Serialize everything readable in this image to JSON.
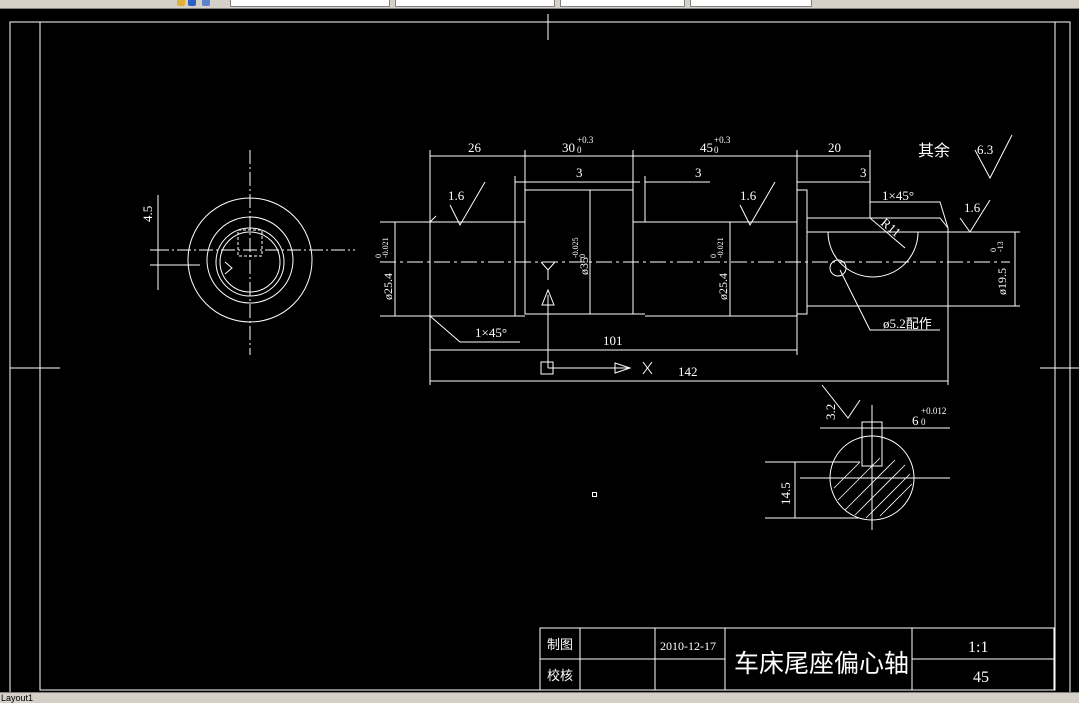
{
  "app": {
    "layout_tab": "Layout1"
  },
  "colors": {
    "background": "#000000",
    "line": "#ffffff",
    "toolbar": "#d4d0c8"
  },
  "drawing": {
    "title_block": {
      "label_drawn": "制图",
      "label_checked": "校核",
      "date": "2010-12-17",
      "part_name": "车床尾座偏心轴",
      "scale": "1:1",
      "material": "45"
    },
    "dimensions": {
      "front_key_height": "4.5",
      "len_26": "26",
      "len_30": "30",
      "len_30_tol_upper": "+0.3",
      "len_30_tol_lower": "0",
      "len_45": "45",
      "len_45_tol_upper": "+0.3",
      "len_45_tol_lower": "0",
      "len_20": "20",
      "groove_3a": "3",
      "groove_3b": "3",
      "groove_3c": "3",
      "chamfer_right": "1×45°",
      "chamfer_left": "1×45°",
      "dia_left": "ø25.4",
      "dia_left_tol_upper": "0",
      "dia_left_tol_lower": "-0.021",
      "dia_mid": "ø35",
      "dia_mid_tol_upper": "-0.025",
      "dia_mid_tol_lower": "0",
      "dia_right_seat": "ø25.4",
      "dia_right_seat_tol_upper": "0",
      "dia_right_seat_tol_lower": "-0.021",
      "dia_end": "ø19.5",
      "dia_end_tol_upper": "0",
      "dia_end_tol_lower": "-13",
      "radius_cut": "R11",
      "pin_hole": "ø5.2配作",
      "len_101": "101",
      "len_142": "142",
      "section_depth": "14.5",
      "section_keyway": "6",
      "section_keyway_tol_upper": "+0.012",
      "section_keyway_tol_lower": "0"
    },
    "roughness": {
      "rest_label": "其余",
      "rest_value": "6.3",
      "r1": "1.6",
      "r2": "1.6",
      "r3": "1.6",
      "section": "3.2"
    }
  }
}
